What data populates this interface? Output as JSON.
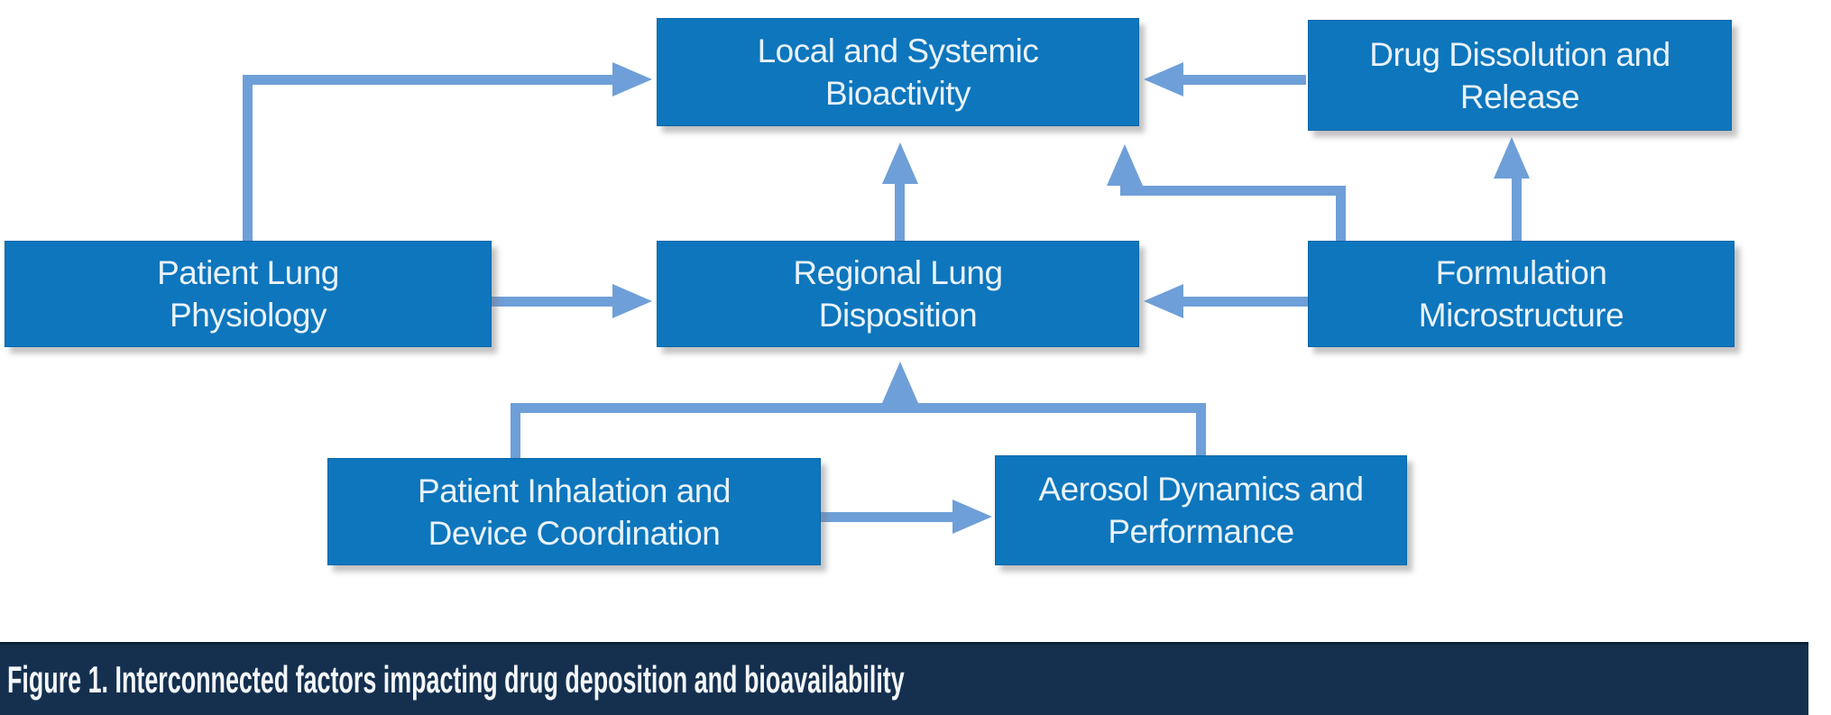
{
  "figure": {
    "caption": "Figure 1. Interconnected factors impacting drug deposition and bioavailability"
  },
  "colors": {
    "node_fill": "#0d76bd",
    "node_text": "#eaf2f9",
    "arrow": "#6f9fd8",
    "caption_bg": "#15304f",
    "caption_text": "#f4f7fa",
    "background": "#ffffff"
  },
  "diagram": {
    "nodes": {
      "local": {
        "label": "Local and Systemic Bioactivity",
        "line1": "Local and Systemic",
        "line2": "Bioactivity"
      },
      "drug": {
        "label": "Drug Dissolution and Release",
        "line1": "Drug Dissolution and",
        "line2": "Release"
      },
      "patient_lung": {
        "label": "Patient Lung Physiology",
        "line1": "Patient Lung",
        "line2": "Physiology"
      },
      "regional": {
        "label": "Regional Lung Disposition",
        "line1": "Regional Lung",
        "line2": "Disposition"
      },
      "formulation": {
        "label": "Formulation Microstructure",
        "line1": "Formulation",
        "line2": "Microstructure"
      },
      "inhalation": {
        "label": "Patient Inhalation and Device Coordination",
        "line1": "Patient Inhalation and",
        "line2": "Device Coordination"
      },
      "aerosol": {
        "label": "Aerosol Dynamics and Performance",
        "line1": "Aerosol Dynamics and",
        "line2": "Performance"
      }
    },
    "edges": [
      {
        "from": "patient_lung",
        "to": "local"
      },
      {
        "from": "patient_lung",
        "to": "regional"
      },
      {
        "from": "regional",
        "to": "local"
      },
      {
        "from": "drug",
        "to": "local"
      },
      {
        "from": "formulation",
        "to": "local"
      },
      {
        "from": "formulation",
        "to": "drug"
      },
      {
        "from": "formulation",
        "to": "regional"
      },
      {
        "from": "inhalation",
        "to": "regional"
      },
      {
        "from": "aerosol",
        "to": "regional"
      },
      {
        "from": "inhalation",
        "to": "aerosol"
      }
    ]
  }
}
